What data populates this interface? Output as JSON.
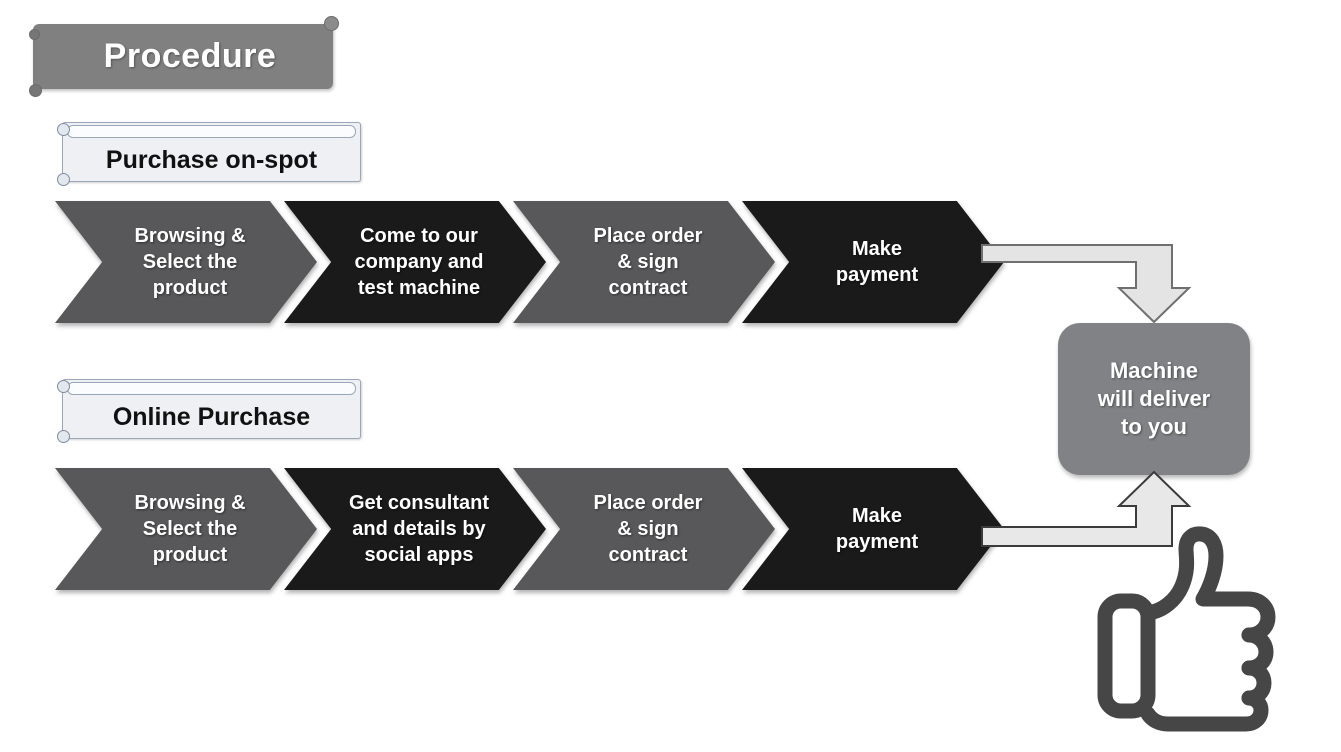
{
  "banner": {
    "title": "Procedure",
    "color": "#808080"
  },
  "sections": [
    {
      "label": "Purchase on-spot",
      "steps": [
        {
          "text": "Browsing &\nSelect the\nproduct",
          "tone": "light"
        },
        {
          "text": "Come to our\ncompany and\ntest machine",
          "tone": "dark"
        },
        {
          "text": "Place order\n& sign\ncontract",
          "tone": "light"
        },
        {
          "text": "Make\npayment",
          "tone": "dark"
        }
      ]
    },
    {
      "label": "Online Purchase",
      "steps": [
        {
          "text": "Browsing &\nSelect the\nproduct",
          "tone": "light"
        },
        {
          "text": "Get consultant\nand details by\nsocial apps",
          "tone": "dark"
        },
        {
          "text": "Place order\n& sign\ncontract",
          "tone": "light"
        },
        {
          "text": "Make\npayment",
          "tone": "dark"
        }
      ]
    }
  ],
  "delivery": {
    "text": "Machine\nwill deliver\nto you",
    "color": "#808285"
  },
  "icons": {
    "thumbs_up": "thumbs-up-icon",
    "connector_top": "elbow-arrow-down-icon",
    "connector_bottom": "elbow-arrow-up-icon"
  },
  "colors": {
    "chevron_light": "#58585a",
    "chevron_dark": "#1a1a1a",
    "connector_fill": "#e8e8e8",
    "connector_stroke": "#3b3b3b",
    "plaque_fill": "#eef0f3",
    "plaque_border": "#9aa7bb",
    "thumb_stroke": "#464646"
  }
}
